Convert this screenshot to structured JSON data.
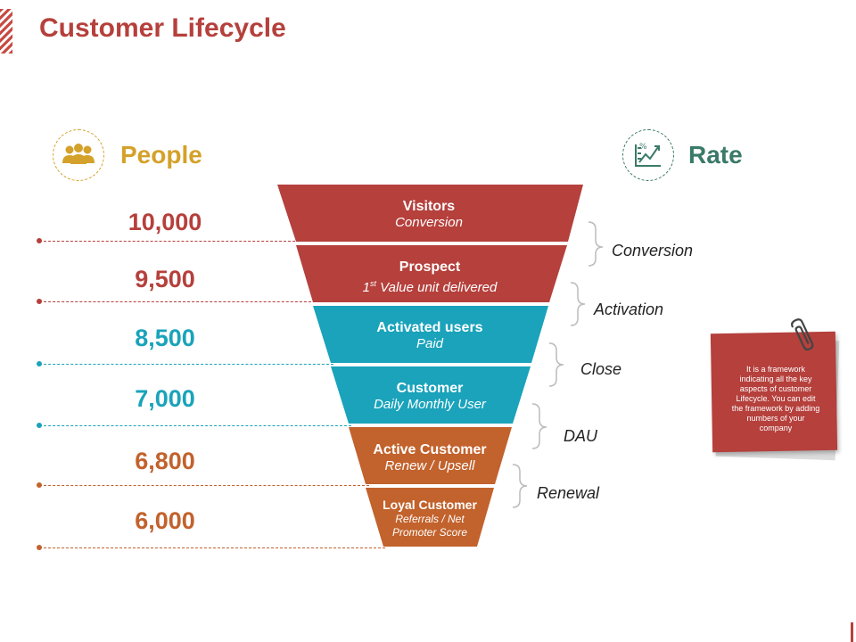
{
  "title": "Customer Lifecycle",
  "headers": {
    "people": "People",
    "rate": "Rate"
  },
  "people_values": [
    "10,000",
    "9,500",
    "8,500",
    "7,000",
    "6,800",
    "6,000"
  ],
  "funnel": [
    {
      "title": "Visitors",
      "subtitle": "Conversion",
      "color": "#b5403c"
    },
    {
      "title": "Prospect",
      "subtitle_pre": "1",
      "subtitle_sup": "st",
      "subtitle": " Value unit delivered",
      "color": "#b5403c"
    },
    {
      "title": "Activated users",
      "subtitle": "Paid",
      "color": "#1aa3bb"
    },
    {
      "title": "Customer",
      "subtitle": "Daily Monthly User",
      "color": "#1aa3bb"
    },
    {
      "title": "Active Customer",
      "subtitle": "Renew / Upsell",
      "color": "#c2622c"
    },
    {
      "title": "Loyal Customer",
      "subtitle": "Referrals / Net Promoter Score",
      "color": "#c2622c"
    }
  ],
  "rates": [
    "Conversion",
    "Activation",
    "Close",
    "DAU",
    "Renewal"
  ],
  "note": "It is a framework indicating all the key aspects of customer Lifecycle. You can edit the framework by adding numbers of your company",
  "colors": {
    "red": "#b5403c",
    "teal": "#1aa3bb",
    "orange": "#c2622c",
    "gold": "#d4a12a",
    "green": "#3a7a68"
  },
  "icons": {
    "people": "people-group-icon",
    "rate": "rate-chart-icon",
    "note": "paperclip-icon"
  }
}
